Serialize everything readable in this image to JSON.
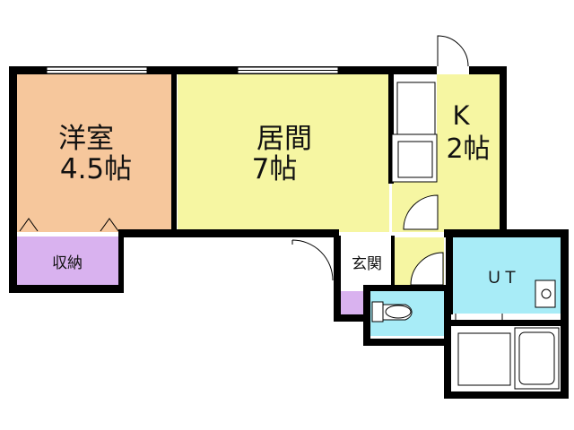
{
  "rooms": {
    "western": {
      "name": "洋室",
      "size": "4.5帖"
    },
    "living": {
      "name": "居間",
      "size": "7帖"
    },
    "kitchen": {
      "name": "K",
      "size": "2帖"
    },
    "closet": {
      "name": "収納"
    },
    "entrance": {
      "name": "玄関"
    },
    "utility": {
      "name": "ＵＴ"
    }
  },
  "colors": {
    "western": "#f6c79c",
    "living": "#f6f6a2",
    "closet": "#d9b2ef",
    "entrance": "#f6f6a2",
    "utility": "#a8ecf7",
    "wall": "#000000"
  },
  "icons": [
    "door-swing-icon",
    "window-icon",
    "toilet-icon",
    "bathtub-icon",
    "washbasin-icon",
    "fridge-space-icon"
  ]
}
